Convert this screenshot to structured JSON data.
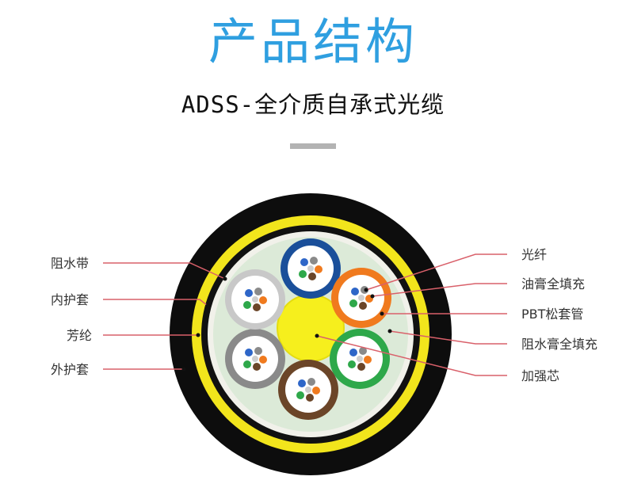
{
  "header": {
    "title": "产品结构",
    "subtitle": "ADSS-全介质自承式光缆"
  },
  "labels_left": {
    "water_block_tape": "阻水带",
    "inner_sheath": "内护套",
    "aramid": "芳纶",
    "outer_sheath": "外护套"
  },
  "labels_right": {
    "fiber": "光纤",
    "fiber_gel": "油膏全填充",
    "loose_tube": "PBT松套管",
    "water_block_gel": "阻水膏全填充",
    "strength_member": "加强芯"
  },
  "colors": {
    "title": "#2f9fe0",
    "leader": "#d9606a",
    "outer_sheath": "#0d0d0d",
    "aramid": "#f2e51c",
    "filler": "#dcead8",
    "center": "#f6ef1d",
    "tubes": [
      "#1a4f9a",
      "#f07a1e",
      "#2ea84a",
      "#6b4528",
      "#8a8a8a",
      "#c8c8c8"
    ]
  }
}
